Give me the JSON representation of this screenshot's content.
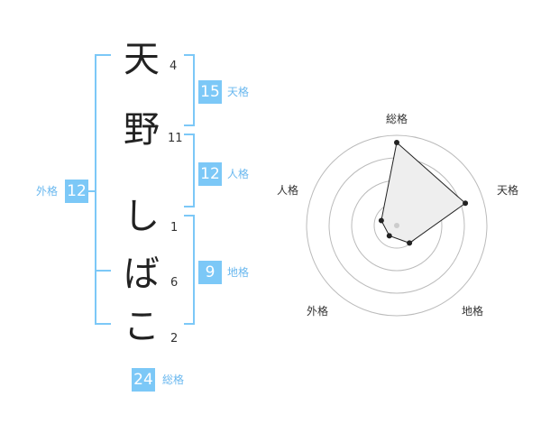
{
  "name_chars": [
    {
      "char": "天",
      "strokes": "4"
    },
    {
      "char": "野",
      "strokes": "11"
    },
    {
      "char": "し",
      "strokes": "1"
    },
    {
      "char": "ば",
      "strokes": "6"
    },
    {
      "char": "こ",
      "strokes": "2"
    }
  ],
  "scores": {
    "tenkaku": {
      "label": "天格",
      "value": "15"
    },
    "jinkaku": {
      "label": "人格",
      "value": "12"
    },
    "chikaku": {
      "label": "地格",
      "value": "9"
    },
    "gaikaku": {
      "label": "外格",
      "value": "12"
    },
    "soukaku": {
      "label": "総格",
      "value": "24"
    }
  },
  "colors": {
    "accent": "#7cc8f7",
    "accent_text": "#6ab8ef",
    "radar_fill": "#eeeeee",
    "radar_line": "#222222",
    "grid": "#bbbbbb"
  },
  "chart_data": {
    "type": "radar",
    "axes": [
      "総格",
      "天格",
      "地格",
      "外格",
      "人格"
    ],
    "values": [
      4.6,
      4.0,
      1.2,
      0.7,
      0.9
    ],
    "rmax": 5,
    "rings": 4
  }
}
